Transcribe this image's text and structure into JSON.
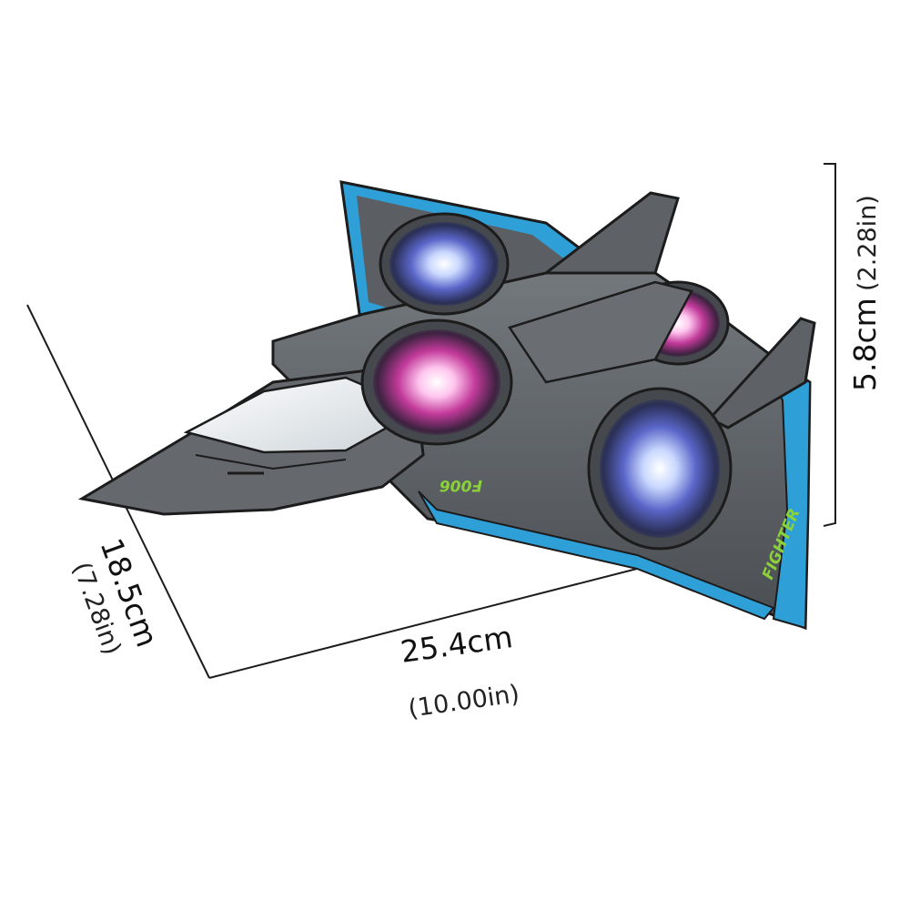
{
  "dimensions": {
    "height": {
      "metric": "5.8cm",
      "imperial": "(2.28in)"
    },
    "width": {
      "metric": "25.4cm",
      "imperial": "(10.00in)"
    },
    "depth": {
      "metric": "18.5cm",
      "imperial": "(7.28in)"
    }
  },
  "decals": {
    "model": "F006",
    "name": "FIGHTER"
  },
  "colors": {
    "body": "#5b5f63",
    "body_dark": "#3c3f42",
    "trim": "#2f9fd8",
    "decal": "#8bd13a",
    "canopy": "#eef1f3",
    "lines": "#1c1c1c"
  }
}
